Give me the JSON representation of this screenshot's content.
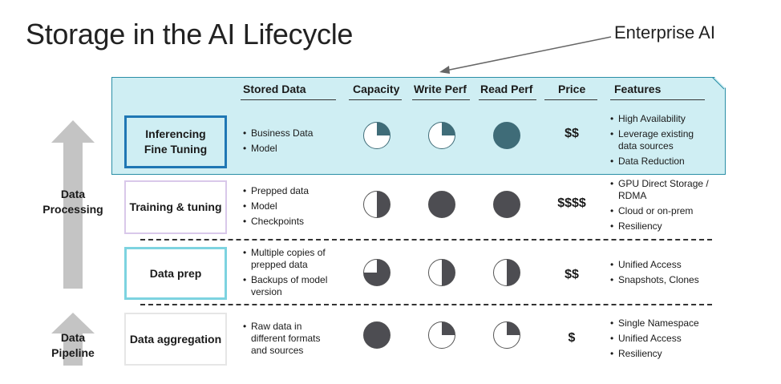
{
  "title": "Storage in the AI Lifecycle",
  "enterprise_label": "Enterprise AI",
  "headers": {
    "stored_data": "Stored Data",
    "capacity": "Capacity",
    "write_perf": "Write Perf",
    "read_perf": "Read Perf",
    "price": "Price",
    "features": "Features"
  },
  "side_labels": {
    "processing": "Data\nProcessing",
    "pipeline": "Data\nPipeline"
  },
  "rows": [
    {
      "stage": "Inferencing\nFine Tuning",
      "stored": [
        "Business Data",
        "Model"
      ],
      "capacity": 0.25,
      "write_perf": 0.25,
      "read_perf": 1.0,
      "price": "$$",
      "features": [
        "High Availability",
        "Leverage existing data sources",
        "Data Reduction"
      ]
    },
    {
      "stage": "Training & tuning",
      "stored": [
        "Prepped data",
        "Model",
        "Checkpoints"
      ],
      "capacity": 0.5,
      "write_perf": 1.0,
      "read_perf": 1.0,
      "price": "$$$$",
      "features": [
        "GPU Direct Storage / RDMA",
        "Cloud or on-prem",
        "Resiliency"
      ]
    },
    {
      "stage": "Data prep",
      "stored": [
        "Multiple copies of prepped data",
        "Backups of model version"
      ],
      "capacity": 0.75,
      "write_perf": 0.5,
      "read_perf": 0.5,
      "price": "$$",
      "features": [
        "Unified Access",
        "Snapshots, Clones"
      ]
    },
    {
      "stage": "Data aggregation",
      "stored": [
        "Raw data in different formats and sources"
      ],
      "capacity": 1.0,
      "write_perf": 0.25,
      "read_perf": 0.25,
      "price": "$",
      "features": [
        "Single Namespace",
        "Unified Access",
        "Resiliency"
      ]
    }
  ],
  "colors": {
    "panel_fill": "#cfeef3",
    "panel_border": "#2a8ea6",
    "pie_dark": "#4d4d52",
    "pie_highlight": "#3f6c78",
    "arrow_gray": "#c4c4c4",
    "inferencing_border": "#1f77b4",
    "data_prep_border": "#7dd3e0",
    "training_border": "#d9c8ea"
  }
}
